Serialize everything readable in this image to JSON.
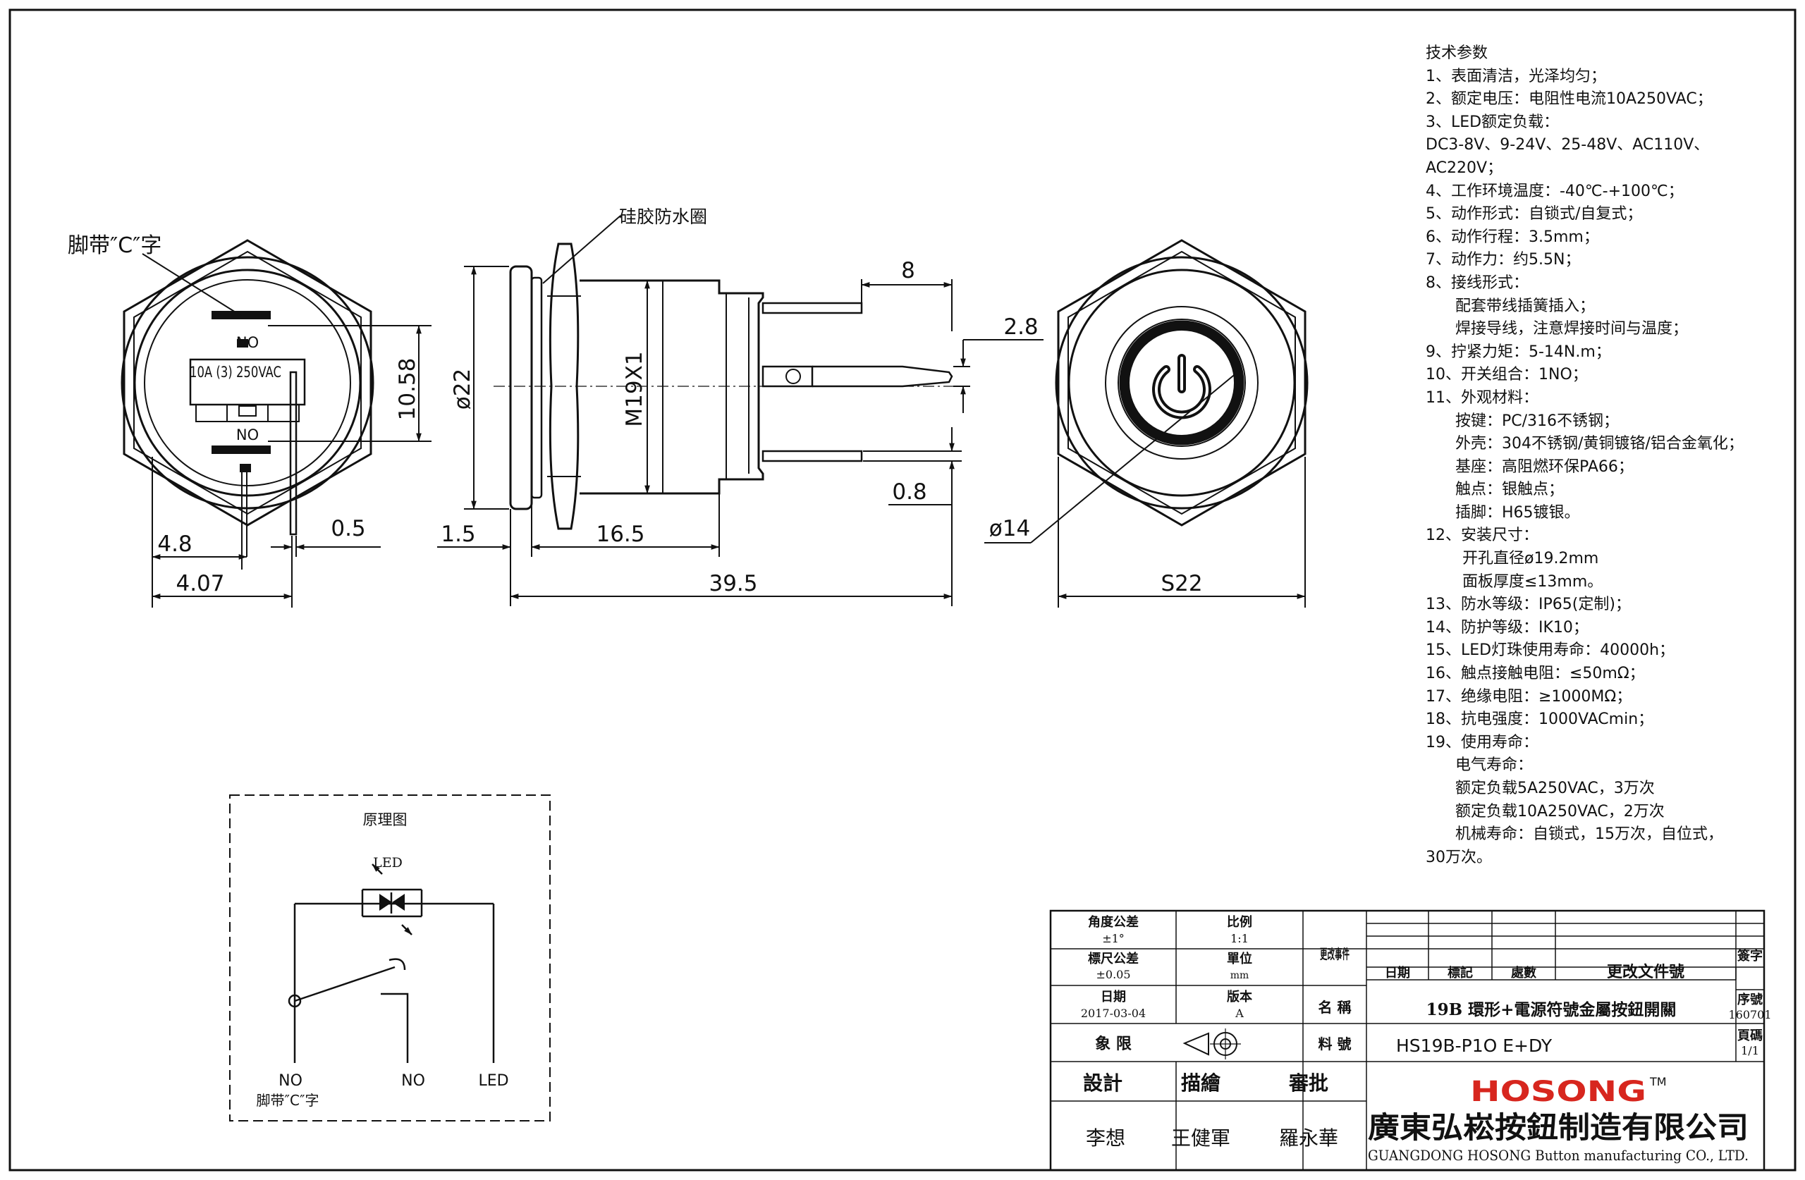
{
  "views": {
    "front": {
      "label_c": "脚带″C″字",
      "no_top": "NO",
      "rating": "10A (3) 250VAC",
      "no_bottom": "NO",
      "dim_10_58": "10.58",
      "dim_4_8": "4.8",
      "dim_0_5": "0.5",
      "dim_4_07": "4.07"
    },
    "side": {
      "label_gasket": "硅胶防水圈",
      "dim_d22": "ø22",
      "dim_m19": "M19X1",
      "dim_8": "8",
      "dim_2_8": "2.8",
      "dim_0_8": "0.8",
      "dim_1_5": "1.5",
      "dim_16_5": "16.5",
      "dim_39_5": "39.5"
    },
    "rear": {
      "dim_d14": "ø14",
      "dim_s22": "S22"
    }
  },
  "tech_params": {
    "title": "技术参数",
    "lines": [
      "1、表面清洁，光泽均匀；",
      "2、额定电压：电阻性电流10A250VAC；",
      "3、LED额定负载：",
      "DC3-8V、9-24V、25-48V、AC110V、",
      "AC220V；",
      "4、工作环境温度：-40℃-+100℃；",
      "5、动作形式：自锁式/自复式；",
      "6、动作行程：3.5mm；",
      "7、动作力：约5.5N；",
      "8、接线形式：",
      "配套带线插簧插入；",
      "焊接导线，注意焊接时间与温度；",
      "9、拧紧力矩：5-14N.m；",
      "10、开关组合：1NO；",
      "11、外观材料：",
      "按键：PC/316不锈钢；",
      "外壳：304不锈钢/黄铜镀铬/铝合金氧化；",
      "基座：高阻燃环保PA66；",
      "触点：银触点；",
      "插脚：H65镀银。",
      "12、安装尺寸：",
      "开孔直径ø19.2mm",
      "面板厚度≤13mm。",
      "13、防水等级：IP65(定制)；",
      "14、防护等级：IK10；",
      "15、LED灯珠使用寿命：40000h；",
      "16、触点接触电阻：≤50mΩ；",
      "17、绝缘电阻：≥1000MΩ；",
      "18、抗电强度：1000VACmin；",
      "19、使用寿命：",
      "电气寿命：",
      "额定负载5A250VAC，3万次",
      "额定负载10A250VAC，2万次",
      "机械寿命：自锁式，15万次，自位式，",
      "30万次。"
    ],
    "indent": [
      0,
      0,
      0,
      0,
      0,
      0,
      0,
      0,
      0,
      0,
      1,
      1,
      0,
      0,
      0,
      1,
      1,
      1,
      1,
      1,
      0,
      2,
      2,
      0,
      0,
      0,
      0,
      0,
      0,
      0,
      1,
      1,
      1,
      1,
      0
    ]
  },
  "schematic": {
    "title": "原理图",
    "led": "LED",
    "term_no1": "NO",
    "term_no1_sub": "脚带″C″字",
    "term_no2": "NO",
    "term_led": "LED"
  },
  "title_block": {
    "angle_tol_label": "角度公差",
    "angle_tol_value": "±1°",
    "scale_label": "比例",
    "scale_value": "1:1",
    "change_label": "更改事件",
    "size_tol_label": "標尺公差",
    "size_tol_value": "±0.05",
    "unit_label": "單位",
    "unit_value": "mm",
    "date_label": "日期",
    "date_value": "2017-03-04",
    "version_label": "版本",
    "version_value": "A",
    "quadrant_label": "象 限",
    "rev_headers": [
      "日期",
      "標記",
      "處數",
      "更改文件號"
    ],
    "sign_label": "簽字",
    "name_label": "名 稱",
    "name_value": "19B 環形+電源符號金屬按鈕開關",
    "serial_label": "序號",
    "serial_value": "160701",
    "part_label": "料 號",
    "part_value": "HS19B-P1O E+DY",
    "page_label": "頁碼",
    "page_value": "1/1",
    "design_label": "設計",
    "draw_label": "描繪",
    "review_label": "審批",
    "designer": "李想",
    "drawer": "王健軍",
    "reviewer": "羅永華",
    "brand": "HOSONG",
    "tm": "TM",
    "company_cn": "廣東弘崧按鈕制造有限公司",
    "company_en": "GUANGDONG HOSONG Button manufacturing CO., LTD."
  },
  "colors": {
    "line": "#111111"
  }
}
